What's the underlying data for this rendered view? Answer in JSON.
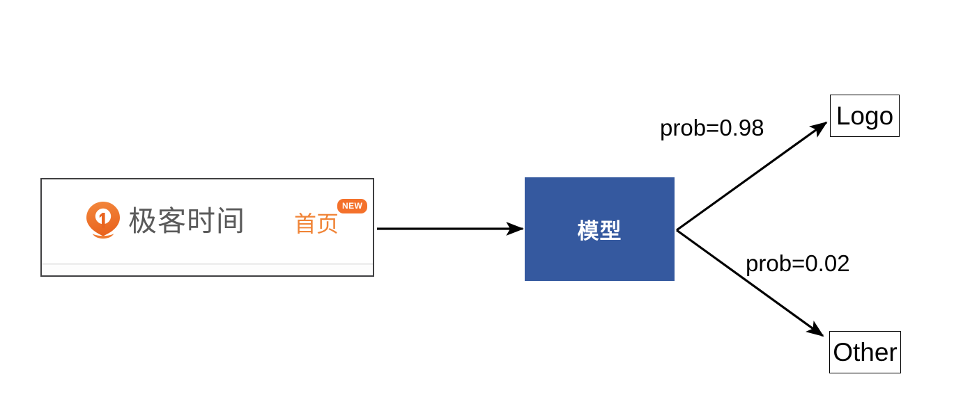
{
  "diagram": {
    "type": "flow",
    "title": "",
    "nodes": [
      {
        "id": "input-screenshot",
        "kind": "image-sample",
        "label": "",
        "contents": {
          "brand_name": "极客时间",
          "nav_link": "首页",
          "badge": "NEW",
          "logo_icon": "geekbang-pin-logo-icon",
          "brand_color": "#5a5a5a",
          "accent_color": "#f08437",
          "badge_color": "#f4712b"
        }
      },
      {
        "id": "model",
        "kind": "process",
        "label": "模型",
        "fill": "#35599f",
        "text_color": "#ffffff"
      },
      {
        "id": "logo",
        "kind": "outcome",
        "label": "Logo",
        "fill": "#ffffff",
        "border": "#000000"
      },
      {
        "id": "other",
        "kind": "outcome",
        "label": "Other",
        "fill": "#ffffff",
        "border": "#000000"
      }
    ],
    "edges": [
      {
        "id": "e-input-model",
        "from": "input-screenshot",
        "to": "model",
        "label": ""
      },
      {
        "id": "e-model-logo",
        "from": "model",
        "to": "logo",
        "label": "prob=0.98"
      },
      {
        "id": "e-model-other",
        "from": "model",
        "to": "other",
        "label": "prob=0.02"
      }
    ],
    "probabilities": {
      "logo": 0.98,
      "other": 0.02
    }
  }
}
